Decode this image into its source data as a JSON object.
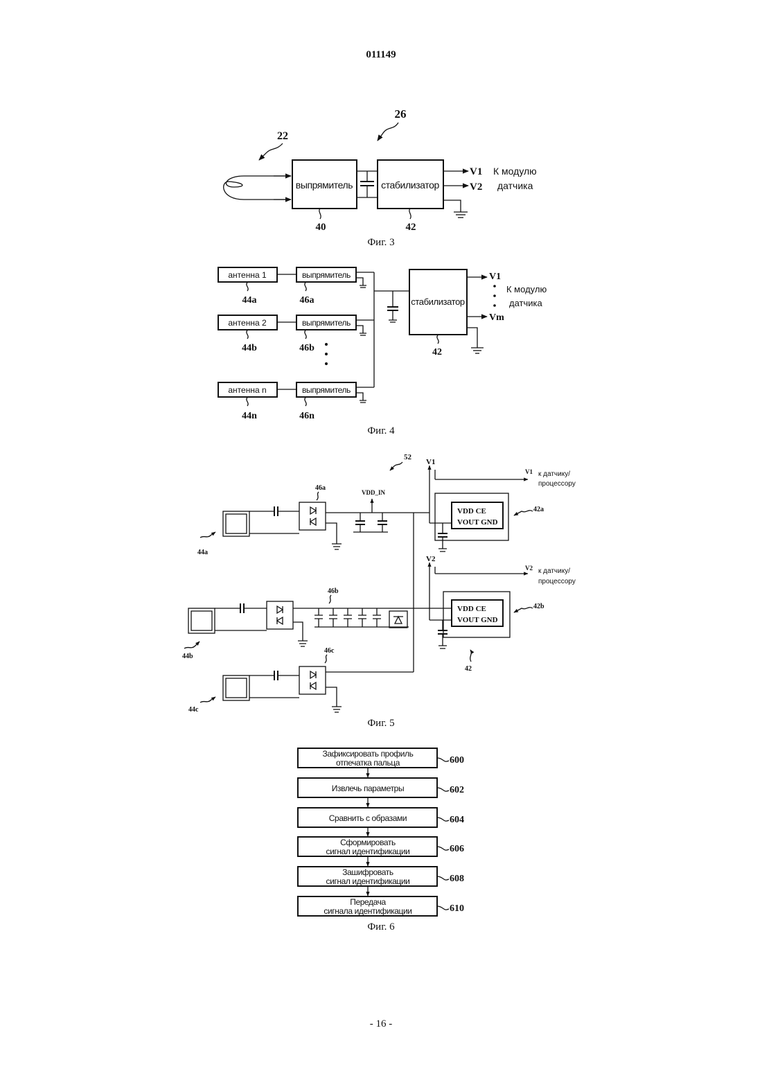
{
  "doc_number": "011149",
  "page_footer": "- 16 -",
  "fig3": {
    "caption": "Фиг. 3",
    "ref_22": "22",
    "ref_26": "26",
    "rectifier_label": "выпрямитель",
    "stabilizer_label": "стабилизатор",
    "ref_40": "40",
    "ref_42": "42",
    "v1": "V1",
    "v2": "V2",
    "to_module_line1": "К модулю",
    "to_module_line2": "датчика"
  },
  "fig4": {
    "caption": "Фиг. 4",
    "antennas": [
      {
        "label": "антенна 1",
        "ref": "44a"
      },
      {
        "label": "антенна 2",
        "ref": "44b"
      },
      {
        "label": "антенна n",
        "ref": "44n"
      }
    ],
    "rectifiers": [
      {
        "label": "выпрямитель",
        "ref": "46a"
      },
      {
        "label": "выпрямитель",
        "ref": "46b"
      },
      {
        "label": "выпрямитель",
        "ref": "46n"
      }
    ],
    "stabilizer_label": "стабилизатор",
    "ref_42": "42",
    "v1": "V1",
    "vm": "Vm",
    "to_module_line1": "К модулю",
    "to_module_line2": "датчика"
  },
  "fig5": {
    "caption": "Фиг. 5",
    "ref_52": "52",
    "ref_46a": "46a",
    "ref_46b": "46b",
    "ref_46c": "46c",
    "ref_44a": "44a",
    "ref_44b": "44b",
    "ref_44c": "44c",
    "ref_42a": "42a",
    "ref_42b": "42b",
    "ref_42": "42",
    "vdd_in": "VDD_IN",
    "v1": "V1",
    "v2": "V2",
    "to_sensor_line1": "к датчику/",
    "to_sensor_line2": "процессору",
    "reg_top": "VDD  CE",
    "reg_bottom": "VOUT  GND"
  },
  "fig6": {
    "caption": "Фиг. 6",
    "steps": [
      {
        "line1": "Зафиксировать профиль",
        "line2": "отпечатка пальца",
        "ref": "600"
      },
      {
        "line1": "Извлечь параметры",
        "line2": "",
        "ref": "602"
      },
      {
        "line1": "Сравнить с образами",
        "line2": "",
        "ref": "604"
      },
      {
        "line1": "Сформировать",
        "line2": "сигнал идентификации",
        "ref": "606"
      },
      {
        "line1": "Зашифровать",
        "line2": "сигнал идентификации",
        "ref": "608"
      },
      {
        "line1": "Передача",
        "line2": "сигнала идентификации",
        "ref": "610"
      }
    ]
  }
}
